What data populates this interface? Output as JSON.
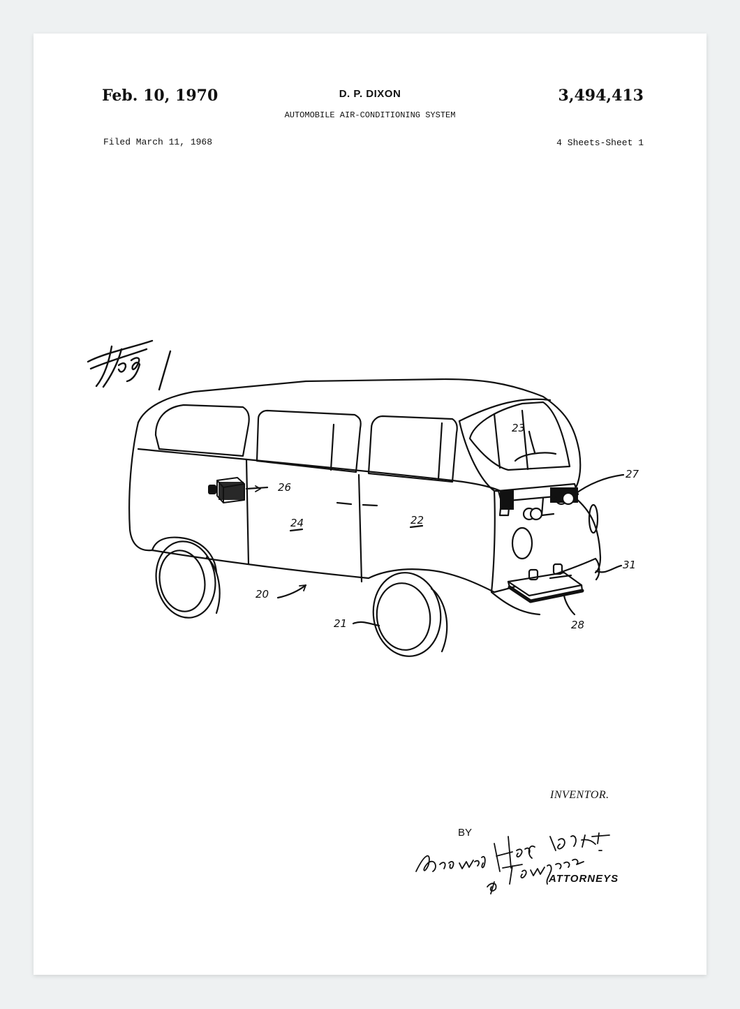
{
  "header": {
    "date": "Feb. 10, 1970",
    "inventor_name": "D. P. DIXON",
    "patent_number": "3,494,413",
    "title": "AUTOMOBILE AIR-CONDITIONING SYSTEM",
    "filed": "Filed March 11, 1968",
    "sheets": "4 Sheets-Sheet 1"
  },
  "figure": {
    "label": "Fig. 1",
    "reference_numerals": {
      "n20": "20",
      "n21": "21",
      "n22": "22",
      "n23": "23",
      "n24": "24",
      "n26": "26",
      "n27": "27",
      "n28": "28",
      "n31": "31"
    }
  },
  "footer": {
    "inventor_label": "INVENTOR.",
    "by_label": "BY",
    "signature": "Browning, Hyer, Eickenroht & Thompson",
    "attorneys_label": "ATTORNEYS"
  },
  "colors": {
    "page": "#ffffff",
    "background": "#eef1f2",
    "ink": "#111111"
  }
}
